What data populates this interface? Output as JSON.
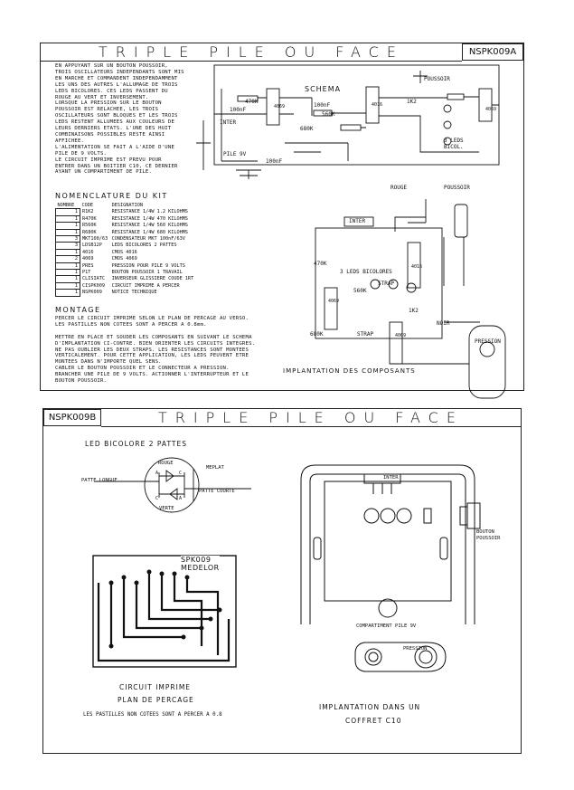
{
  "sheet_a": {
    "title": "TRIPLE PILE OU FACE",
    "code": "NSPK009A",
    "intro": [
      "EN APPUYANT SUR UN BOUTON POUSSOIR,",
      "TROIS OSCILLATEURS INDEPENDANTS SONT MIS",
      "EN MARCHE ET COMMANDENT INDEPENDAMMENT",
      "LES UNS DES AUTRES L'ALLUMAGE DE TROIS",
      "LEDS BICOLORES. CES LEDS PASSENT DU",
      "ROUGE AU VERT ET INVERSEMENT.",
      "LORSQUE LA PRESSION SUR LE BOUTON",
      "POUSSOIR EST RELACHEE, LES TROIS",
      "OSCILLATEURS SONT BLOQUES ET LES TROIS",
      "LEDS RESTENT ALLUMEES AUX COULEURS DE",
      "LEURS DERNIERS ETATS. L'UNE DES HUIT",
      "COMBINAISONS POSSIBLES RESTE AINSI",
      "AFFICHEE.",
      "L'ALIMENTATION SE FAIT A L'AIDE D'UNE",
      "PILE DE 9 VOLTS.",
      "LE CIRCUIT IMPRIME EST PREVU POUR",
      "ENTRER DANS UN BOITIER C10, CE DERNIER",
      "AYANT UN COMPARTIMENT DE PILE."
    ],
    "nomenclature_title": "NOMENCLATURE DU KIT",
    "nomenclature_headers": [
      "NOMBRE",
      "CODE",
      "DESIGNATION"
    ],
    "nomenclature": [
      [
        "1",
        "R1K2",
        "RESISTANCE 1/4W 1.2 KILOHMS"
      ],
      [
        "1",
        "R470K",
        "RESISTANCE 1/4W 470 KILOHMS"
      ],
      [
        "1",
        "R560K",
        "RESISTANCE 1/4W 560 KILOHMS"
      ],
      [
        "1",
        "R680K",
        "RESISTANCE 1/4W 680 KILOHMS"
      ],
      [
        "3",
        "MKT100/63",
        "CONDENSATEUR MKT 100nF/63V"
      ],
      [
        "3",
        "LDSB12P",
        "LEDS BICOLORES 2 PATTES"
      ],
      [
        "1",
        "4016",
        "CMOS 4016"
      ],
      [
        "2",
        "4069",
        "CMOS 4069"
      ],
      [
        "1",
        "PRES",
        "PRESSION POUR PILE 9 VOLTS"
      ],
      [
        "1",
        "P1T",
        "BOUTON POUSSOIR 1 TRAVAIL"
      ],
      [
        "1",
        "CLISIATC",
        "INVERSEUR GLISSIERE COUDE 1RT"
      ],
      [
        "1",
        "CISPK009",
        "CIRCUIT IMPRIME A PERCER"
      ],
      [
        "1",
        "NSPK009",
        "NOTICE TECHNIQUE"
      ]
    ],
    "montage_title": "MONTAGE",
    "montage": [
      "PERCER LE CIRCUIT IMPRIME SELON LE PLAN DE PERCAGE AU VERSO.",
      "LES PASTILLES NON COTEES SONT A PERCER A 0.8mm.",
      "",
      "METTRE EN PLACE ET SOUDER LES COMPOSANTS EN SUIVANT LE SCHEMA",
      "D'IMPLANTATION CI-CONTRE. BIEN ORIENTER LES CIRCUITS INTEGRES.",
      "NE PAS OUBLIER LES DEUX STRAPS. LES RESISTANCES SONT MONTEES",
      "VERTICALEMENT. POUR CETTE APPLICATION, LES LEDS PEUVENT ETRE",
      "MONTEES DANS N'IMPORTE QUEL SENS.",
      "CABLER LE BOUTON POUSSOIR ET LE CONNECTEUR A PRESSION.",
      "BRANCHER UNE PILE DE 9 VOLTS. ACTIONNER L'INTERRUPTEUR ET LE",
      "BOUTON POUSSOIR."
    ],
    "schema_title": "SCHEMA",
    "schema_labels": {
      "poussoir": "POUSSOIR",
      "r470": "470K",
      "c100a": "100nF",
      "c100b": "100nF",
      "c100c": "100nF",
      "r560": "560K",
      "r680": "680K",
      "r1k2": "1K2",
      "ic1": "4069",
      "ic2": "4016",
      "ic3": "4069",
      "inter": "INTER",
      "pile": "PILE 9V",
      "leds": "3 LEDS\nBICOL."
    },
    "implant_title": "IMPLANTATION DES COMPOSANTS",
    "implant_labels": {
      "rouge": "ROUGE",
      "poussoir": "POUSSOIR",
      "inter": "INTER",
      "r470": "470K",
      "leds": "3 LEDS BICOLORES",
      "r560": "560K",
      "strap1": "STRAP",
      "strap2": "STRAP",
      "r1k2": "1K2",
      "r680": "680K",
      "noir": "NOIR",
      "pression": "PRESSION",
      "ic_a": "4069",
      "ic_b": "4069",
      "ic_c": "4016"
    }
  },
  "sheet_b": {
    "title": "TRIPLE PILE OU FACE",
    "code": "NSPK009B",
    "led_title": "LED BICOLORE 2 PATTES",
    "led_labels": {
      "rouge": "ROUGE",
      "meplat": "MEPLAT",
      "longue": "PATTE LONGUE",
      "courte": "PATTE COURTE",
      "verte": "VERTE",
      "a1": "A",
      "c1": "C",
      "c2": "C",
      "a2": "A"
    },
    "pcb_label": "SPK009\nMEDELOR",
    "pcb_caption_1": "CIRCUIT IMPRIME",
    "pcb_caption_2": "PLAN DE PERCAGE",
    "pcb_note": "LES PASTILLES NON COTEES SONT A PERCER A 0.8",
    "box_labels": {
      "inter": "INTER",
      "bouton": "BOUTON\nPOUSSOIR",
      "compartiment": "COMPARTIMENT PILE 9V",
      "pression": "PRESSION"
    },
    "box_caption_1": "IMPLANTATION DANS UN",
    "box_caption_2": "COFFRET C10"
  }
}
